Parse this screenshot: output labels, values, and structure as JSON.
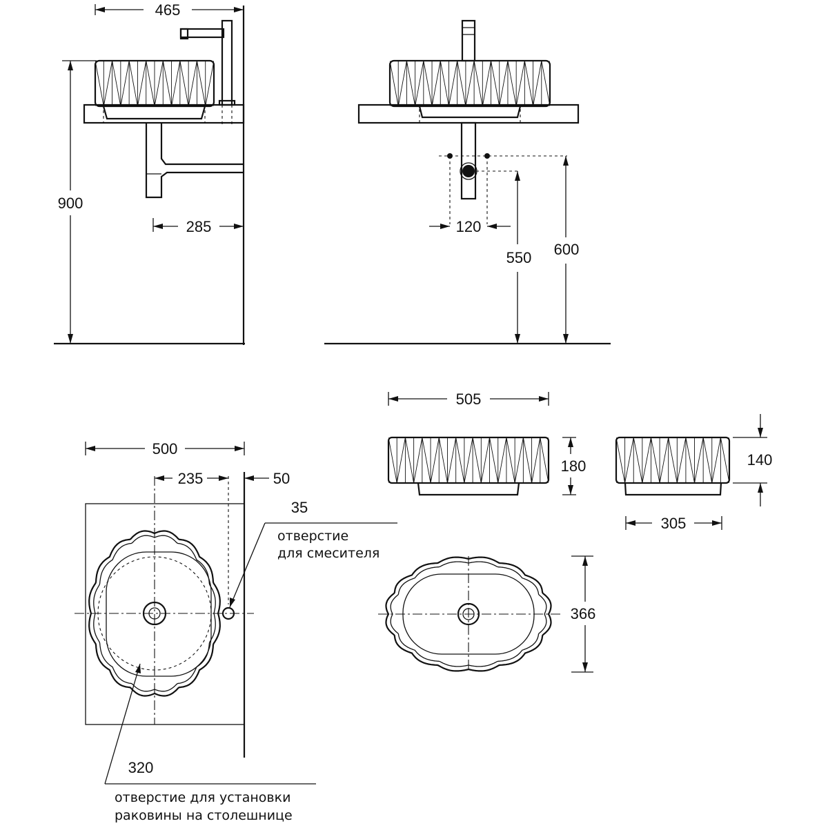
{
  "dimensions": {
    "side_total_depth": "465",
    "total_height": "900",
    "wall_to_drain": "285",
    "supply_spacing": "120",
    "drain_height": "550",
    "supply_height": "600",
    "basin_width_front": "505",
    "basin_height": "180",
    "basin_depth_side": "305",
    "basin_height_side": "140",
    "counter_width": "500",
    "basin_center_offset": "235",
    "tap_offset": "50",
    "tap_hole_diameter": "35",
    "basin_length_top": "366",
    "counter_hole_size": "320"
  },
  "notes": {
    "tap_hole_line1": "отверстие",
    "tap_hole_line2": "для смесителя",
    "counter_hole_line1": "отверстие для установки",
    "counter_hole_line2": "раковины на столешнице"
  }
}
